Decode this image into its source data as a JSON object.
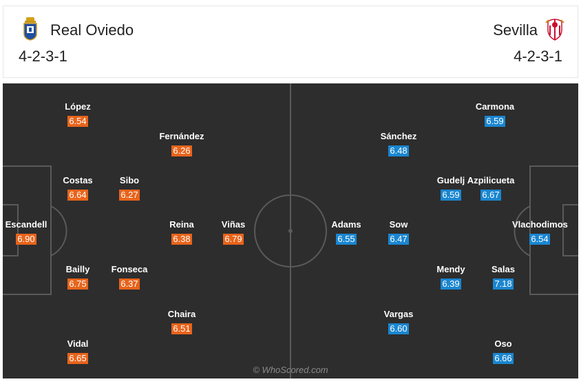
{
  "home": {
    "name": "Real Oviedo",
    "formation": "4-2-3-1",
    "color": "#e8641b",
    "crest_icon": "real-oviedo-crest-icon",
    "players": [
      {
        "name": "Escandell",
        "rating": "6.90"
      },
      {
        "name": "López",
        "rating": "6.54"
      },
      {
        "name": "Costas",
        "rating": "6.64"
      },
      {
        "name": "Bailly",
        "rating": "6.75"
      },
      {
        "name": "Vidal",
        "rating": "6.65"
      },
      {
        "name": "Sibo",
        "rating": "6.27"
      },
      {
        "name": "Fonseca",
        "rating": "6.37"
      },
      {
        "name": "Fernández",
        "rating": "6.26"
      },
      {
        "name": "Reina",
        "rating": "6.38"
      },
      {
        "name": "Chaira",
        "rating": "6.51"
      },
      {
        "name": "Viñas",
        "rating": "6.79"
      }
    ]
  },
  "away": {
    "name": "Sevilla",
    "formation": "4-2-3-1",
    "color": "#1a86d0",
    "crest_icon": "sevilla-crest-icon",
    "players": [
      {
        "name": "Vlachodimos",
        "rating": "6.54"
      },
      {
        "name": "Carmona",
        "rating": "6.59"
      },
      {
        "name": "Azpilicueta",
        "rating": "6.67"
      },
      {
        "name": "Salas",
        "rating": "7.18"
      },
      {
        "name": "Oso",
        "rating": "6.66"
      },
      {
        "name": "Gudelj",
        "rating": "6.59"
      },
      {
        "name": "Mendy",
        "rating": "6.39"
      },
      {
        "name": "Sánchez",
        "rating": "6.48"
      },
      {
        "name": "Sow",
        "rating": "6.47"
      },
      {
        "name": "Vargas",
        "rating": "6.60"
      },
      {
        "name": "Adams",
        "rating": "6.55"
      }
    ]
  },
  "pitch": {
    "background": "#2d2d2d",
    "line_color": "#5a5a5a"
  },
  "watermark": "© WhoScored.com"
}
